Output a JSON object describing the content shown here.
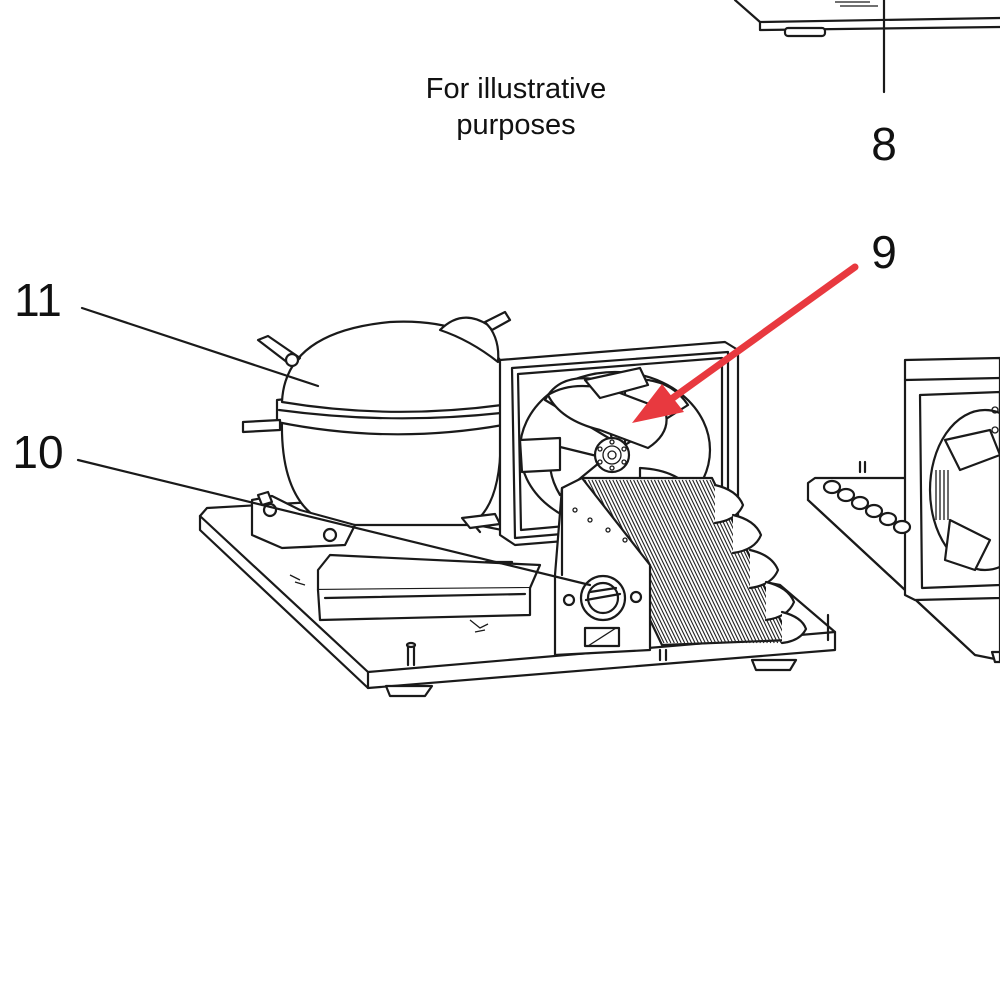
{
  "caption": [
    "For illustrative",
    "purposes"
  ],
  "callouts": {
    "c8": "8",
    "c9": "9",
    "c10": "10",
    "c11": "11"
  },
  "colors": {
    "highlight_arrow": "#e8393f",
    "line": "#1a1a1a",
    "background": "#ffffff"
  }
}
